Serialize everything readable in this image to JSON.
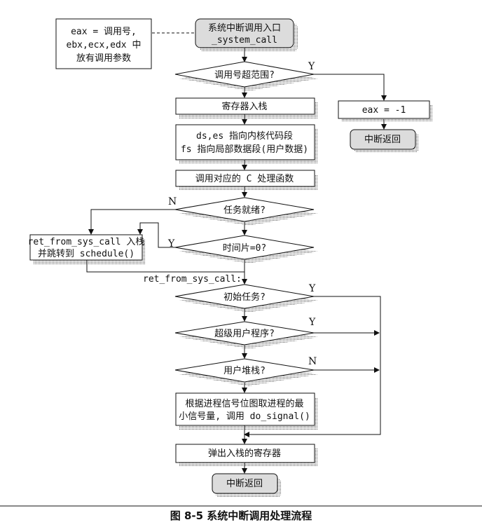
{
  "note": {
    "lines": [
      "eax = 调用号,",
      "ebx,ecx,edx 中",
      "放有调用参数"
    ]
  },
  "entry": {
    "lines": [
      "系统中断调用入口",
      "_system_call"
    ]
  },
  "d_range": "调用号超范围?",
  "y_range": "Y",
  "eax_set": "eax = -1",
  "return_err": "中断返回",
  "push_regs": "寄存器入栈",
  "set_seg": {
    "lines": [
      "ds,es 指向内核代码段",
      "fs 指向局部数据段(用户数据)"
    ]
  },
  "call_c": "调用对应的 C 处理函数",
  "d_ready": "任务就绪?",
  "n_ready": "N",
  "d_slice": "时间片=0?",
  "y_slice": "Y",
  "sched": {
    "lines": [
      "ret_from_sys_call 入栈",
      "并跳转到 schedule()"
    ]
  },
  "ret_label": "ret_from_sys_call:",
  "d_init": "初始任务?",
  "y_init": "Y",
  "d_super": "超级用户程序?",
  "y_super": "Y",
  "d_ustack": "用户堆栈?",
  "n_ustack": "N",
  "signal": {
    "lines": [
      "根据进程信号位图取进程的最",
      "小信号量, 调用 do_signal()"
    ]
  },
  "pop_regs": "弹出入栈的寄存器",
  "return_end": "中断返回",
  "caption": "图 8-5 系统中断调用处理流程"
}
